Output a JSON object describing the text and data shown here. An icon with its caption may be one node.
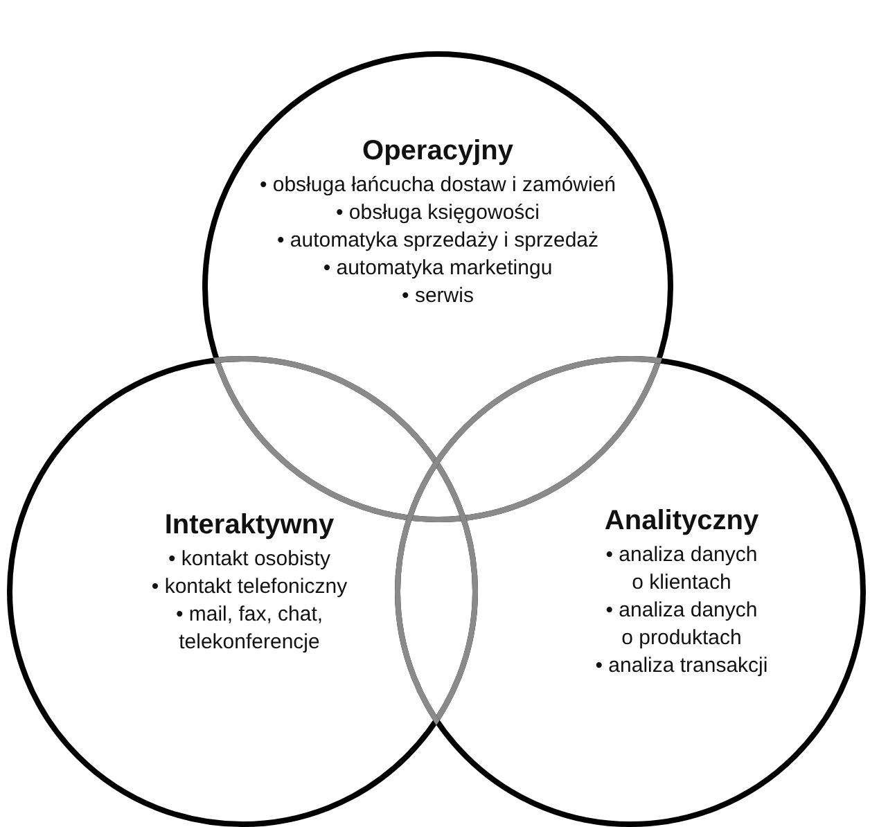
{
  "diagram": {
    "nodes": [
      {
        "text": [
          "Operacyjny",
          "• obsługa łańcucha dostaw i zamówień",
          "• obsługa księgowości",
          "• automatyka sprzedaży i sprzedaż",
          "• automatyka marketingu",
          "• serwis"
        ]
      },
      {
        "text": [
          "Interaktywny",
          "• kontakt osobisty",
          "• kontakt telefoniczny",
          "• mail, fax, chat, telekonferencje"
        ]
      },
      {
        "text": [
          "Analityczny",
          "• analiza danych o klientach",
          "• analiza danych o produktach",
          "• analiza transakcji"
        ]
      }
    ],
    "edges": []
  }
}
